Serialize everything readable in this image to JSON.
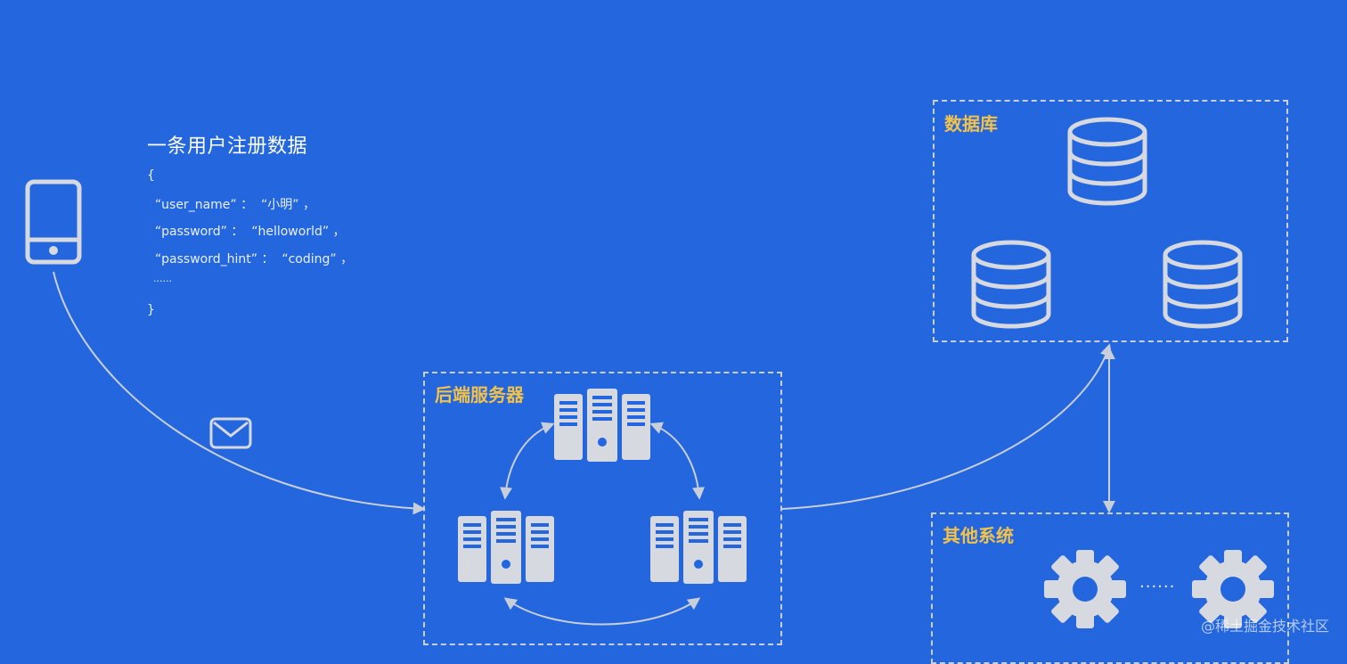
{
  "registration": {
    "title": "一条用户注册数据",
    "lines": [
      "{",
      "  “user_name” ：  “小明” ，",
      "  “password” ：  “helloworld” ，",
      "  “password_hint” ：  “coding” ，",
      "  ......",
      "}"
    ]
  },
  "boxes": {
    "backend_label": "后端服务器",
    "database_label": "数据库",
    "other_label": "其他系统",
    "other_ellipsis": "......"
  },
  "watermark": "@稀土掘金技术社区",
  "colors": {
    "background": "#2366dd",
    "accent_label": "#f2c24a",
    "icon": "#d6d9e0",
    "line": "#c9cfda"
  },
  "icons": [
    "phone-icon",
    "mail-icon",
    "server-icon",
    "database-icon",
    "gear-icon"
  ]
}
